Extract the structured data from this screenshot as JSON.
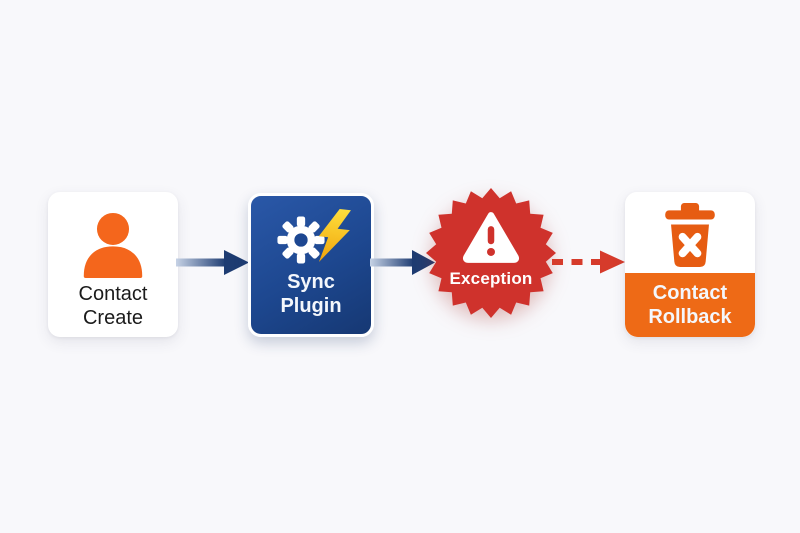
{
  "diagram": {
    "title": "contact-create-sync-plugin-exception-rollback-flow",
    "nodes": {
      "contact_create": {
        "line1": "Contact",
        "line2": "Create",
        "icon": "person-icon"
      },
      "sync_plugin": {
        "line1": "Sync",
        "line2": "Plugin",
        "icons": [
          "gear-icon",
          "lightning-bolt-icon"
        ]
      },
      "exception": {
        "label": "Exception",
        "icon": "warning-triangle-icon"
      },
      "contact_rollback": {
        "line1": "Contact",
        "line2": "Rollback",
        "icon": "trash-x-icon"
      }
    },
    "connectors": [
      {
        "from": "contact_create",
        "to": "sync_plugin",
        "style": "solid",
        "color": "#1E3C72"
      },
      {
        "from": "sync_plugin",
        "to": "exception",
        "style": "solid",
        "color": "#1E3C72"
      },
      {
        "from": "exception",
        "to": "contact_rollback",
        "style": "dashed",
        "color": "#D63B2B"
      }
    ],
    "colors": {
      "background": "#F8F8FB",
      "card_white": "#FFFFFF",
      "orange_icon": "#F4661C",
      "orange_trash": "#E65C12",
      "orange_footer": "#EE6A16",
      "blue_card_light": "#2A58A8",
      "blue_card_dark": "#163873",
      "navy_arrow": "#1E3C72",
      "red_badge": "#CF322C",
      "red_arrow": "#D63B2B",
      "yellow_bolt_top": "#FFDF3D",
      "yellow_bolt_bottom": "#EFA30B",
      "text_dark": "#1B1B1B",
      "text_light": "#FFFFFF"
    }
  }
}
